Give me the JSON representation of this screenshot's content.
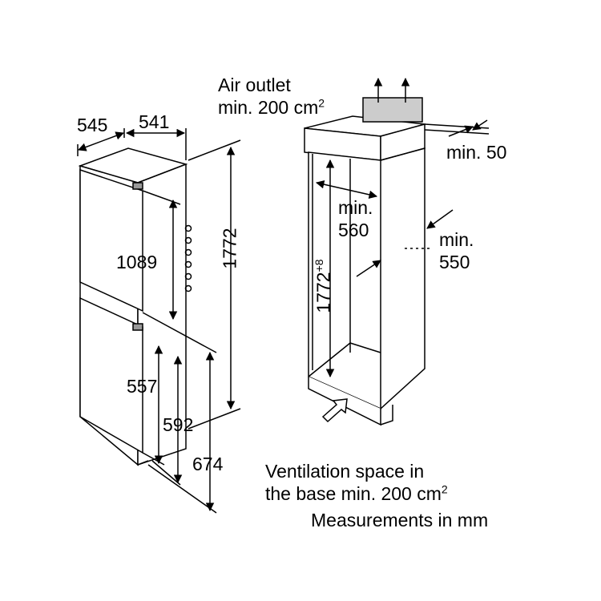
{
  "fridge": {
    "depth": "545",
    "width": "541",
    "height": "1772",
    "upper_door": "1089",
    "lower_a": "557",
    "lower_b": "592",
    "lower_c": "674"
  },
  "niche": {
    "air_outlet_line1": "Air outlet",
    "air_outlet_line2": "min. 200 cm",
    "air_outlet_sup": "2",
    "gap": "min. 50",
    "depth_line1": "min.",
    "depth_line2": "560",
    "width_line1": "min.",
    "width_line2": "550",
    "height": "1772",
    "height_sup": "+8"
  },
  "notes": {
    "ventilation_line1": "Ventilation space in",
    "ventilation_line2": "the base min. 200 cm",
    "ventilation_sup": "2",
    "units": "Measurements in mm"
  }
}
